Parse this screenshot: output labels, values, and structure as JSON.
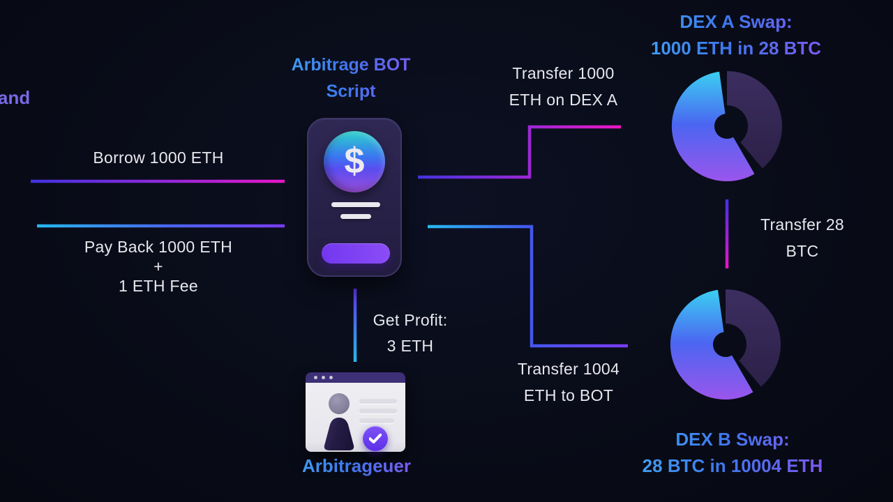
{
  "palette": {
    "background": "#090c18",
    "text_primary": "#e8e7ee",
    "heading_gradient_start": "#3fa0f2",
    "heading_gradient_end": "#8157f2",
    "line_indigo": "#4634de",
    "line_magenta": "#e617c8",
    "line_cyan": "#27bbee",
    "line_purple": "#7b3bf3",
    "card_bg": "#272148",
    "donut_bright_top": "#3bcff2",
    "donut_bright_bottom": "#9a55ec",
    "donut_dark": "#342a58"
  },
  "lend_platform": {
    "partial_label": "and",
    "borrow_label": "Borrow 1000 ETH",
    "payback_line1": "Pay Back 1000 ETH",
    "payback_line2": "+",
    "payback_line3": "1 ETH Fee"
  },
  "bot": {
    "title_line1": "Arbitrage BOT",
    "title_line2": "Script",
    "coin_symbol": "$"
  },
  "dex_a": {
    "title_line1": "DEX A Swap:",
    "title_line2": "1000 ETH in 28 BTC"
  },
  "dex_b": {
    "title_line1": "DEX B Swap:",
    "title_line2": "28 BTC in 10004 ETH"
  },
  "transfers": {
    "to_dex_a_line1": "Transfer 1000",
    "to_dex_a_line2": "ETH on DEX A",
    "dex_a_to_dex_b_line1": "Transfer 28",
    "dex_a_to_dex_b_line2": "BTC",
    "to_bot_line1": "Transfer 1004",
    "to_bot_line2": "ETH to BOT",
    "profit_line1": "Get Profit:",
    "profit_line2": "3 ETH"
  },
  "arbitrageur": {
    "label": "Arbitrageuer"
  }
}
